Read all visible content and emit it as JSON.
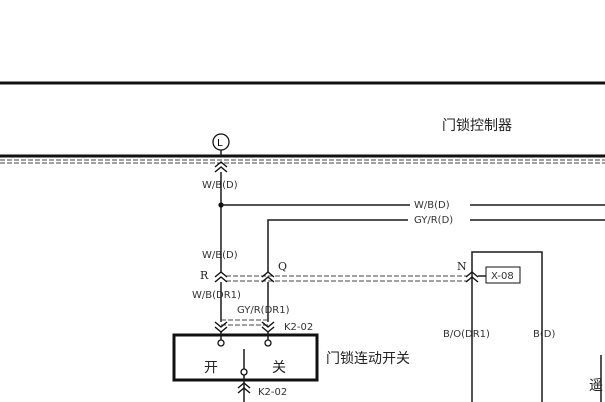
{
  "controller_label": "门锁控制器",
  "terminal_L": "L",
  "wire_wb_d_top": "W/B(D)",
  "wire_wb_d_right": "W/B(D)",
  "wire_gyr_d_right": "GY/R(D)",
  "wire_wb_d_mid": "W/B(D)",
  "pin_R": "R",
  "pin_Q": "Q",
  "pin_N": "N",
  "connector_x08": "X-08",
  "wire_wb_dr1": "W/B(DR1)",
  "wire_gyr_dr1": "GY/R(DR1)",
  "connector_k202_top": "K2-02",
  "connector_k202_bottom": "K2-02",
  "wire_bo_dr1": "B/O(DR1)",
  "wire_b_d": "B(D)",
  "switch_open": "开",
  "switch_close": "关",
  "switch_label": "门锁连动开关",
  "edge_glyph": "遥",
  "colors": {
    "line": "#1a1a1a",
    "dashed": "#444444",
    "text": "#222222",
    "background": "#ffffff"
  }
}
